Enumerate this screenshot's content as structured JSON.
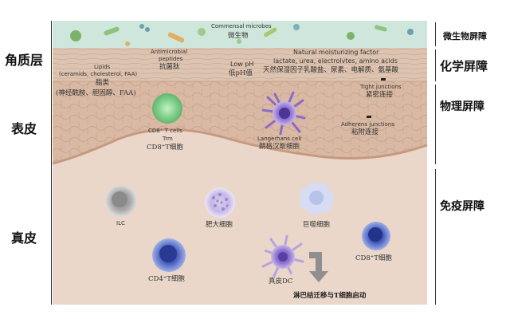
{
  "left_labels": {
    "stratum_corneum": "角质层",
    "epidermis": "表皮",
    "dermis": "真皮"
  },
  "right_labels": {
    "microbial_barrier": "微生物屏障",
    "chemical_barrier": "化学屏障",
    "physical_barrier": "物理屏障",
    "immune_barrier": "免疫屏障"
  },
  "microbes": {
    "en": "Commensal microbes",
    "cn": "微生物"
  },
  "antimicrobial": {
    "en_line1": "Antimicrobial",
    "en_line2": "peptides",
    "cn": "抗菌肽"
  },
  "lipids": {
    "en_line1": "Lipids",
    "en_line2": "(ceramids, cholesterol, FAA)",
    "cn_line1": "脂类",
    "cn_line2": "(神经酰胺、胆固醇、FAA)"
  },
  "low_ph": {
    "en": "Low pH",
    "cn": "低pH值"
  },
  "nmf": {
    "en_line1": "Natural moisturizing factor",
    "en_line2": "lactate, urea, electrolvtes, amino acids",
    "cn": "天然保湿因子乳酸盐、尿素、电解质、氨基酸"
  },
  "tight_junctions": {
    "en": "Tight junctions",
    "cn": "紧密连接"
  },
  "adherens_junctions": {
    "en": "Adherens junctions",
    "cn": "粘附连接"
  },
  "cd8_epidermal": {
    "en_line1": "CD8⁺ T cells",
    "en_line2": "Trm",
    "cn": "CD8⁺T细胞"
  },
  "langerhans": {
    "en": "Langerhans cell",
    "cn": "朗格汉斯细胞"
  },
  "dermal_cells": {
    "ilc": "ILC",
    "mast": "肥大细胞",
    "macrophage": "巨噬细胞",
    "cd8": "CD8⁺T细胞",
    "cd4": "CD4⁺T细胞",
    "dc": "真皮DC"
  },
  "migration": "淋巴结迁移与T细胞启动",
  "colors": {
    "surface": "#cfe6dc",
    "stratum": "#ddc4b0",
    "epidermis": "#d9b9a3",
    "dermis": "#ead7c9",
    "green_cell": "#7fd08a",
    "purple_cell": "#8a6bc9",
    "blue_cell": "#5a6fc4",
    "gray_cell": "#9a9a9a"
  }
}
